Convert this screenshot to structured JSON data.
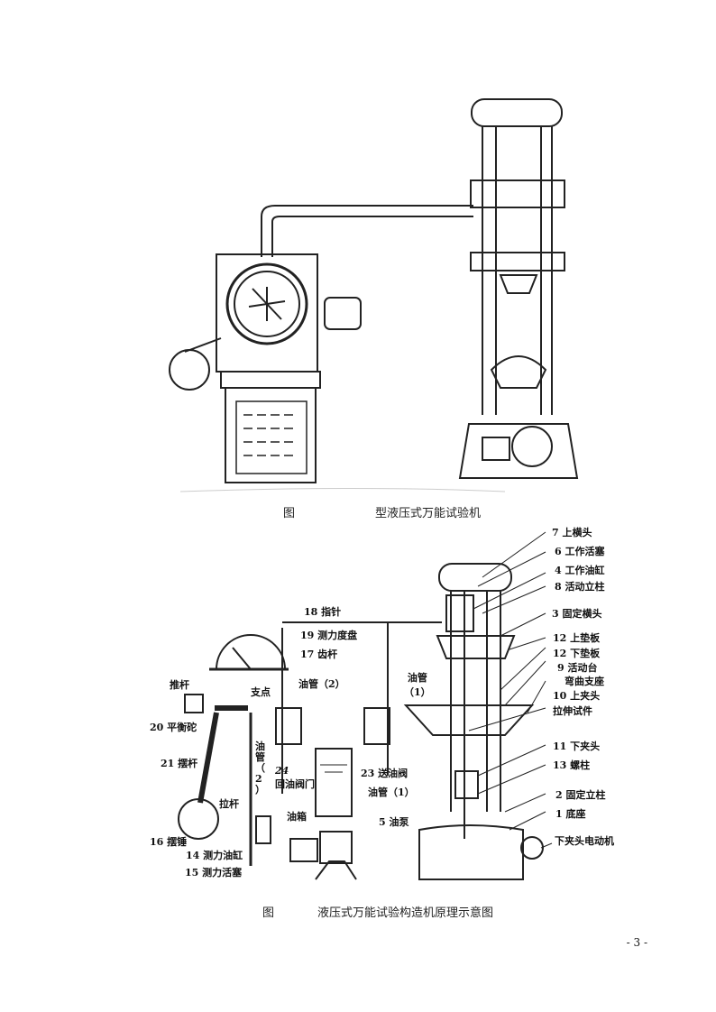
{
  "figure1": {
    "caption_prefix": "图",
    "caption_text": "型液压式万能试验机"
  },
  "figure2": {
    "caption_prefix": "图",
    "caption_text": "液压式万能试验构造机原理示意图",
    "labels_right": [
      "7 上横头",
      "6 工作活塞",
      "4 工作油缸",
      "8 活动立柱",
      "3 固定横头",
      "12 上垫板",
      "12 下垫板",
      "9 活动台",
      "弯曲支座",
      "10 上夹头",
      "拉伸试件",
      "11 下夹头",
      "13 螺柱",
      "2 固定立柱",
      "1 底座",
      "下夹头电动机"
    ],
    "labels_left": {
      "pointer": "18 指针",
      "dial": "19 测力度盘",
      "rack": "17 齿杆",
      "push_rod": "推杆",
      "fulcrum": "支点",
      "oil_pipe_2_top": "油管（2）",
      "oil_pipe_1_top": "油管\n（1）",
      "balance_wheel": "20 平衡砣",
      "swing_rod": "21 摆杆",
      "oil_pipe_2_side": "油\n管\n（\n2\n）",
      "return_valve_num": "24",
      "return_valve": "回油阀门",
      "feed_valve": "23 送油阀",
      "oil_pipe_1_bottom": "油管（1）",
      "pull_rod": "拉杆",
      "oil_tank": "油箱",
      "pump": "5 油泵",
      "pendulum": "16 摆锤",
      "force_cylinder": "14 测力油缸",
      "force_piston": "15 测力活塞"
    }
  },
  "page_number": "- 3 -"
}
